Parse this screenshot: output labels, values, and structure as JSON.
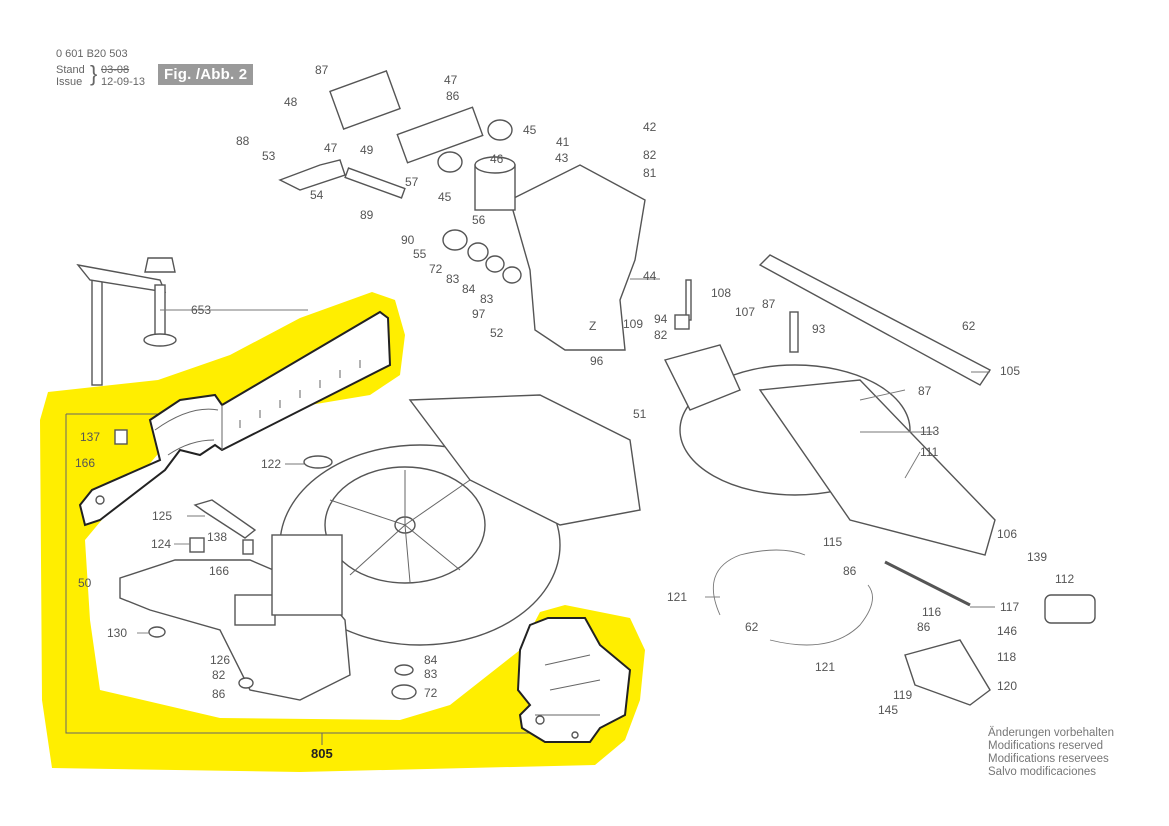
{
  "header": {
    "part_number": "0 601 B20 503",
    "stand_label": "Stand",
    "issue_label": "Issue",
    "old_date": "03-08",
    "issue_date": "12-09-13",
    "figure_title": "Fig. /Abb. 2"
  },
  "footer_note": [
    "Änderungen vorbehalten",
    "Modifications reserved",
    "Modifications reservees",
    "Salvo modificaciones"
  ],
  "highlight_color": "#ffee00",
  "group_label": "805",
  "callouts": [
    "87",
    "47",
    "48",
    "86",
    "49",
    "88",
    "53",
    "47",
    "54",
    "57",
    "45",
    "46",
    "45",
    "41",
    "43",
    "42",
    "82",
    "81",
    "56",
    "89",
    "90",
    "55",
    "72",
    "83",
    "84",
    "83",
    "44",
    "653",
    "108",
    "94",
    "97",
    "82",
    "52",
    "109",
    "107",
    "87",
    "93",
    "62",
    "105",
    "96",
    "51",
    "87",
    "113",
    "111",
    "137",
    "166",
    "122",
    "125",
    "124",
    "138",
    "166",
    "50",
    "115",
    "86",
    "106",
    "139",
    "112",
    "121",
    "117",
    "62",
    "116",
    "86",
    "146",
    "118",
    "120",
    "130",
    "126",
    "82",
    "86",
    "84",
    "83",
    "72",
    "121",
    "119",
    "145"
  ]
}
